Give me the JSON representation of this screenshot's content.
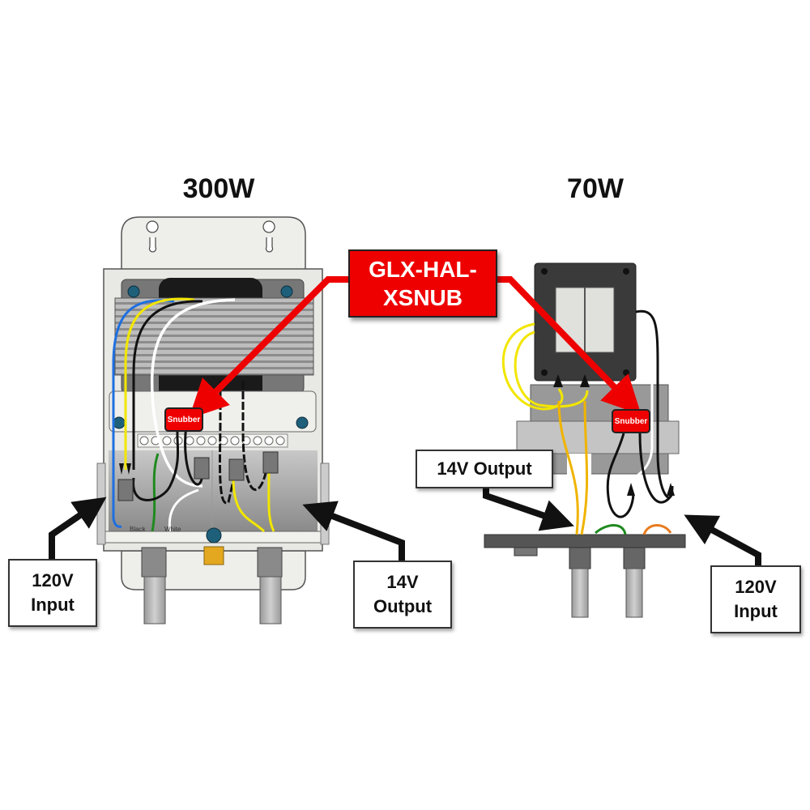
{
  "titles": {
    "left": "300W",
    "right": "70W"
  },
  "callout": {
    "line1": "GLX-HAL-",
    "line2": "XSNUB"
  },
  "snubber_label": "Snubber",
  "left_unit": {
    "wire_labels": [
      "Black",
      "White"
    ],
    "input_label": {
      "line1": "120V",
      "line2": "Input"
    },
    "output_label": {
      "line1": "14V",
      "line2": "Output"
    }
  },
  "right_unit": {
    "output_label": "14V Output",
    "input_label": {
      "line1": "120V",
      "line2": "Input"
    }
  },
  "colors": {
    "callout_red": "#ee0000",
    "wire_blue": "#1e6fe0",
    "wire_yellow": "#f2e600",
    "wire_black": "#111111",
    "wire_white": "#ffffff",
    "wire_green": "#1f8a1f",
    "wire_orange": "#e87b1e",
    "wire_gold": "#f0b400"
  }
}
